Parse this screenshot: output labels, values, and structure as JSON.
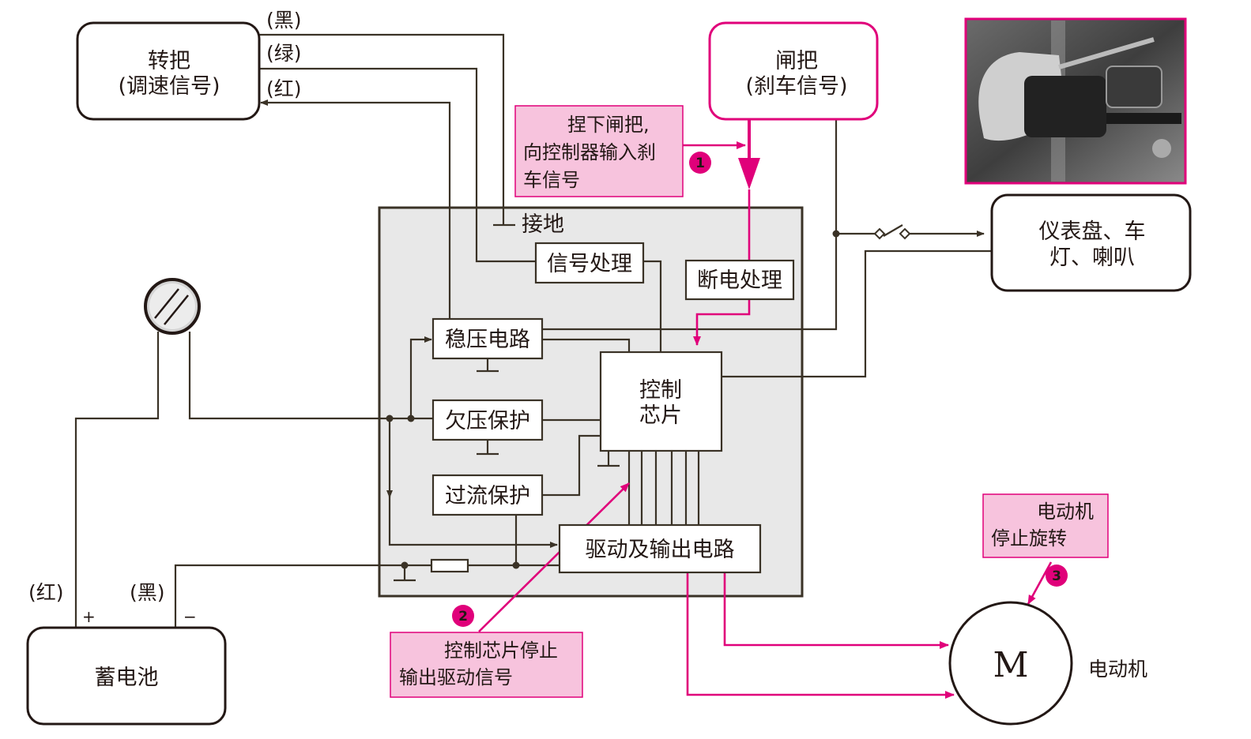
{
  "colors": {
    "wire": "#3a3226",
    "highlight": "#e0007a",
    "note_fill": "#f7c3dd",
    "panel_fill": "#e8e8e8"
  },
  "nodes": {
    "handle_title": "转把",
    "handle_sub": "(调速信号)",
    "brake_title": "闸把",
    "brake_sub": "(刹车信号)",
    "dash_line1": "仪表盘、车",
    "dash_line2": "灯、喇叭",
    "battery": "蓄电池",
    "motor_symbol": "M",
    "motor_label": "电动机"
  },
  "wires": {
    "black": "(黑)",
    "green": "(绿)",
    "red": "(红)",
    "battery_red": "(红)",
    "battery_black": "(黑)",
    "plus": "+",
    "minus": "−"
  },
  "controller": {
    "ground": "接地",
    "signal": "信号处理",
    "cutoff": "断电处理",
    "regulator": "稳压电路",
    "undervoltage": "欠压保护",
    "overcurrent": "过流保护",
    "chip_line1": "控制",
    "chip_line2": "芯片",
    "driver": "驱动及输出电路"
  },
  "notes": {
    "note1_line1": "捏下闸把,",
    "note1_line2": "向控制器输入刹",
    "note1_line3": "车信号",
    "note2_line1": "控制芯片停止",
    "note2_line2": "输出驱动信号",
    "note3_line1": "电动机",
    "note3_line2": "停止旋转"
  },
  "steps": [
    "1",
    "2",
    "3"
  ],
  "photo": {
    "icon": "handlebar-photo-icon"
  }
}
